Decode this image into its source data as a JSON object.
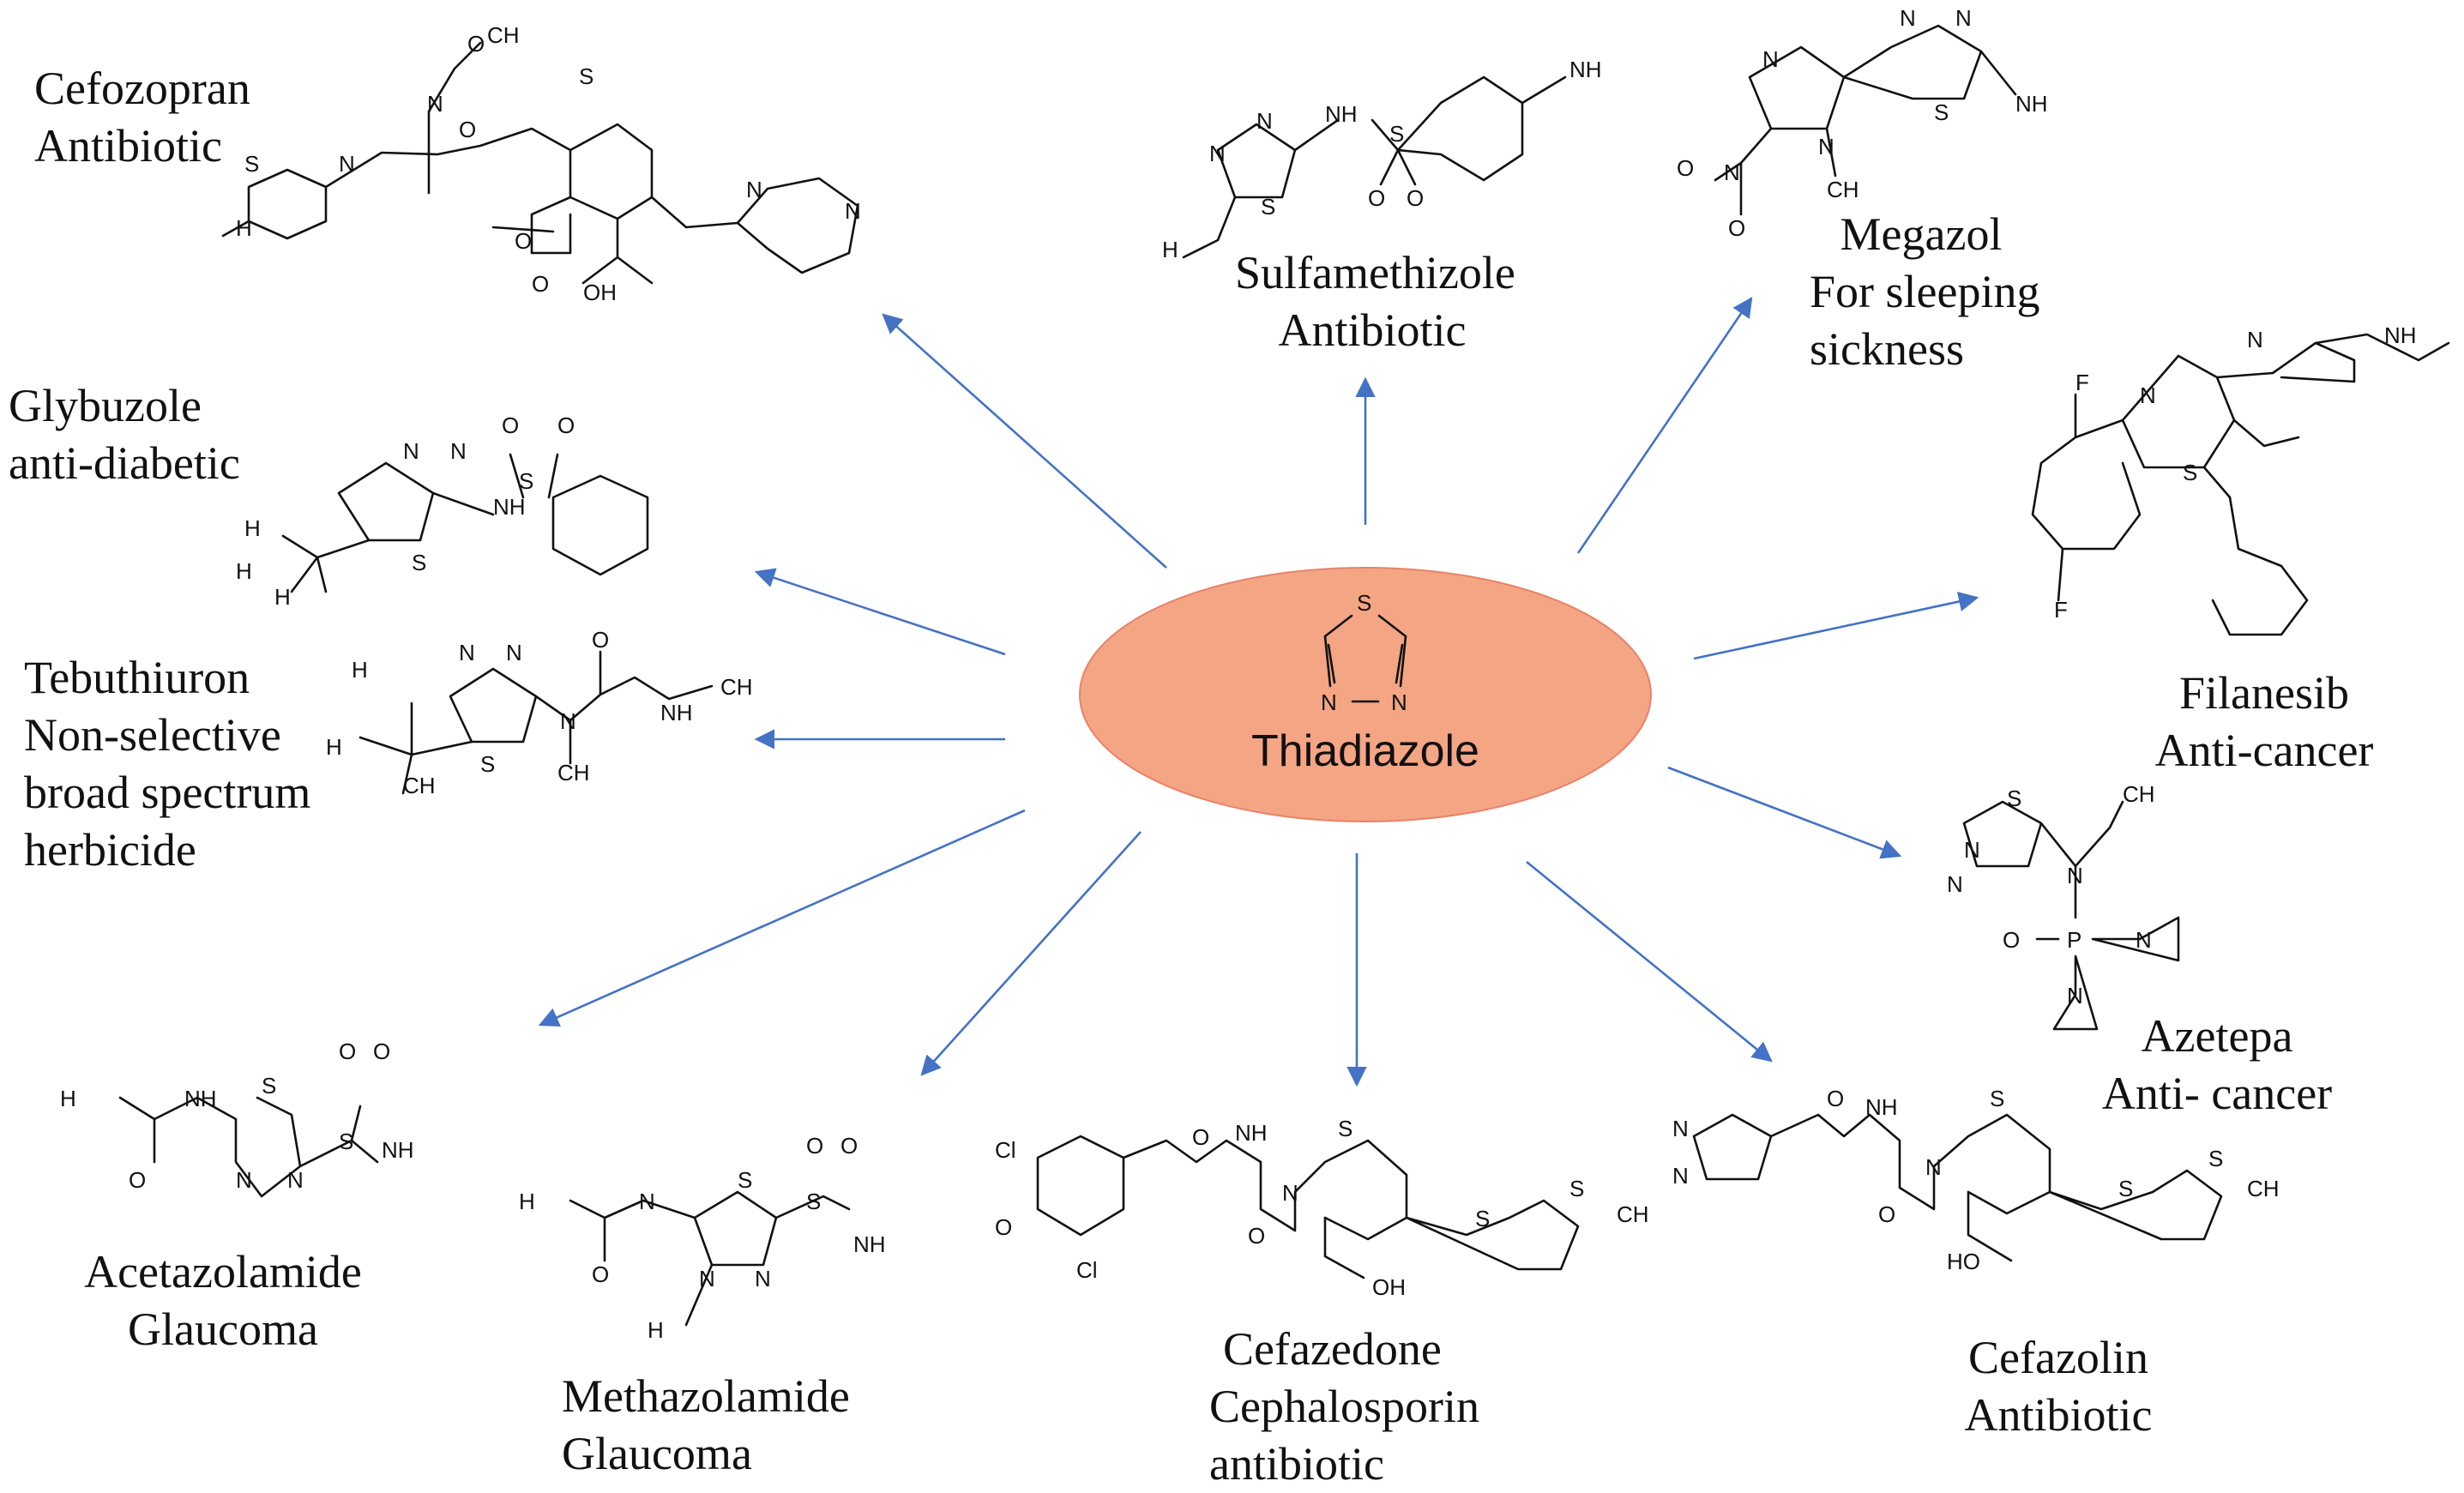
{
  "hub": {
    "title": "Thiadiazole",
    "ring_atoms": {
      "s": "S",
      "n1": "N",
      "n2": "N"
    },
    "fill_color": "#f4a584",
    "stroke_color": "#e8826a"
  },
  "arrow_color": "#4472c4",
  "compounds": [
    {
      "key": "cefozopran",
      "lines": [
        "Cefozopran",
        "Antibiotic"
      ]
    },
    {
      "key": "sulfamethizole",
      "lines": [
        "Sulfamethizole",
        "Antibiotic"
      ]
    },
    {
      "key": "megazol",
      "lines": [
        "Megazol",
        "For sleeping",
        "sickness"
      ]
    },
    {
      "key": "glybuzole",
      "lines": [
        "Glybuzole",
        "anti-diabetic"
      ]
    },
    {
      "key": "filanesib",
      "lines": [
        "Filanesib",
        "Anti-cancer"
      ]
    },
    {
      "key": "tebuthiuron",
      "lines": [
        "Tebuthiuron",
        "Non-selective",
        "broad spectrum",
        "herbicide"
      ]
    },
    {
      "key": "azetepa",
      "lines": [
        "Azetepa",
        "Anti- cancer"
      ]
    },
    {
      "key": "acetazolamide",
      "lines": [
        "Acetazolamide",
        "Glaucoma"
      ]
    },
    {
      "key": "methazolamide",
      "lines": [
        "Methazolamide",
        "Glaucoma"
      ]
    },
    {
      "key": "cefazedone",
      "lines": [
        "Cefazedone",
        "Cephalosporin",
        "antibiotic"
      ]
    },
    {
      "key": "cefazolin",
      "lines": [
        "Cefazolin",
        "Antibiotic"
      ]
    }
  ]
}
